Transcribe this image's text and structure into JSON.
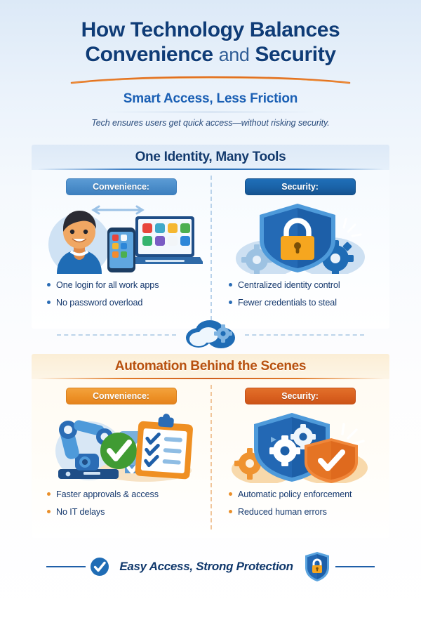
{
  "header": {
    "title_line1": "How Technology Balances",
    "title_line2_a": "Convenience",
    "title_line2_and": "and",
    "title_line2_b": "Security",
    "subtitle": "Smart Access, Less Friction",
    "lede": "Tech ensures users get quick access—without risking security."
  },
  "sections": [
    {
      "id": "one-identity",
      "title": "One Identity, Many Tools",
      "theme": "blue",
      "left": {
        "pill": "Convenience:",
        "art": "user-devices-illustration",
        "bullets": [
          "One login for all work apps",
          "No password overload"
        ]
      },
      "right": {
        "pill": "Security:",
        "art": "shield-lock-cloud-illustration",
        "bullets": [
          "Centralized identity control",
          "Fewer credentials to steal"
        ]
      }
    },
    {
      "id": "automation",
      "title": "Automation Behind the Scenes",
      "theme": "amber",
      "left": {
        "pill": "Convenience:",
        "art": "robot-arm-checklist-illustration",
        "bullets": [
          "Faster approvals & access",
          "No IT delays"
        ]
      },
      "right": {
        "pill": "Security:",
        "art": "shield-gears-check-illustration",
        "bullets": [
          "Automatic policy enforcement",
          "Reduced human errors"
        ]
      }
    }
  ],
  "divider": {
    "icon": "cloud-gear-icon"
  },
  "footer": {
    "check_icon": "check-circle-icon",
    "text": "Easy Access, Strong Protection",
    "shield_icon": "shield-lock-icon"
  },
  "colors": {
    "navy": "#0f3c77",
    "blue": "#1a5fb4",
    "orange": "#cf5f1d",
    "amber": "#ed9127",
    "green": "#3fa535"
  }
}
